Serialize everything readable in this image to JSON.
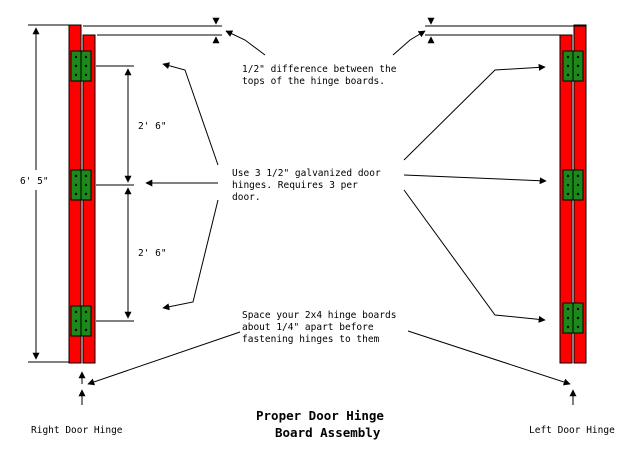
{
  "notes": {
    "top_diff_line1": "1/2\" difference between the",
    "top_diff_line2": "tops of the hinge boards.",
    "hinges_line1": "Use 3 1/2\" galvanized door",
    "hinges_line2": "hinges.  Requires 3 per",
    "hinges_line3": "door.",
    "space_line1": "Space your 2x4 hinge boards",
    "space_line2": "about 1/4\" apart before",
    "space_line3": "fastening hinges to them"
  },
  "dimensions": {
    "total_height": "6' 5\"",
    "upper_spacing": "2' 6\"",
    "lower_spacing": "2' 6\""
  },
  "labels": {
    "right_door": "Right Door Hinge",
    "left_door": "Left Door Hinge"
  },
  "title": {
    "line1": "Proper Door Hinge",
    "line2": "Board Assembly"
  },
  "colors": {
    "board": "#ff0000",
    "hinge": "#1b8a1b",
    "line": "#000000"
  }
}
